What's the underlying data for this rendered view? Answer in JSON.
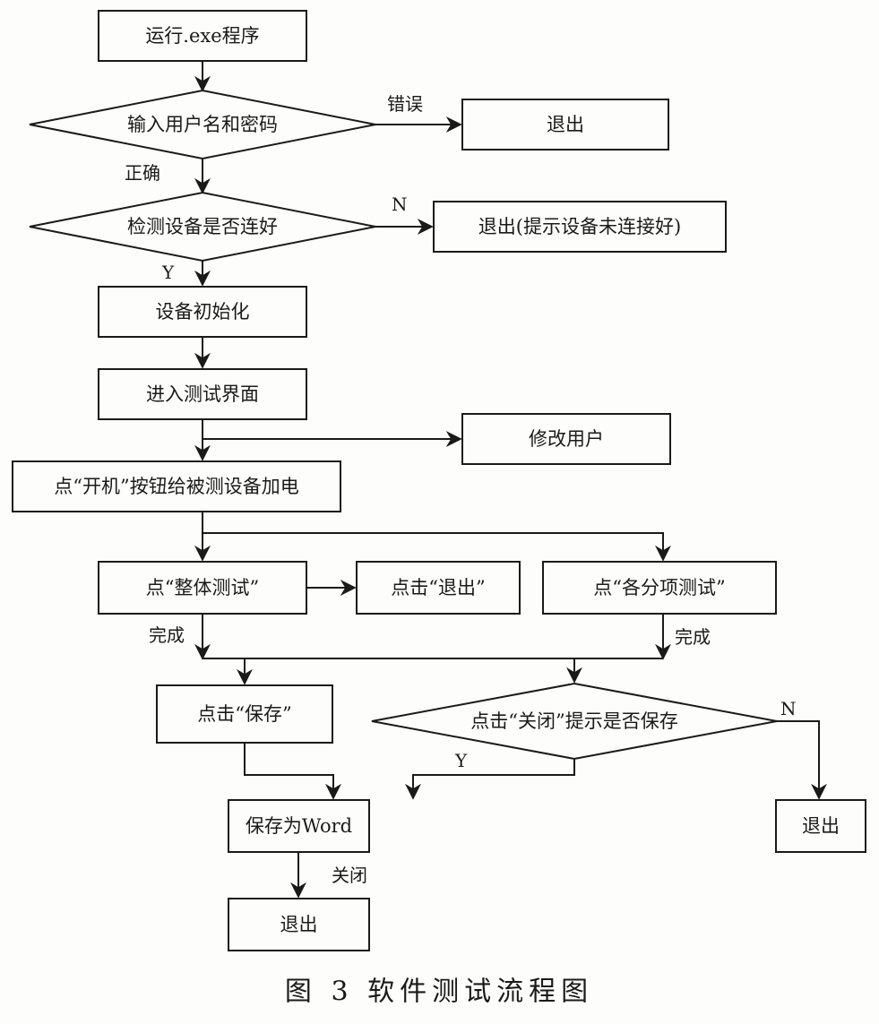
{
  "diagram": {
    "type": "flowchart",
    "caption": "图 3  软件测试流程图",
    "nodes": {
      "run_exe": {
        "label": "运行.exe程序",
        "shape": "process"
      },
      "login": {
        "label": "输入用户名和密码",
        "shape": "decision"
      },
      "exit_login": {
        "label": "退出",
        "shape": "process"
      },
      "check_device": {
        "label": "检测设备是否连好",
        "shape": "decision"
      },
      "exit_device": {
        "label": "退出(提示设备未连接好)",
        "shape": "process"
      },
      "init_device": {
        "label": "设备初始化",
        "shape": "process"
      },
      "enter_test": {
        "label": "进入测试界面",
        "shape": "process"
      },
      "modify_user": {
        "label": "修改用户",
        "shape": "process"
      },
      "power_on": {
        "label": "点“开机”按钮给被测设备加电",
        "shape": "process"
      },
      "overall_test": {
        "label": "点“整体测试”",
        "shape": "process"
      },
      "click_exit": {
        "label": "点击“退出”",
        "shape": "process"
      },
      "item_test": {
        "label": "点“各分项测试”",
        "shape": "process"
      },
      "click_save": {
        "label": "点击“保存”",
        "shape": "process"
      },
      "close_prompt": {
        "label": "点击“关闭”提示是否保存",
        "shape": "decision"
      },
      "save_word": {
        "label": "保存为Word",
        "shape": "process"
      },
      "exit_final": {
        "label": "退出",
        "shape": "process"
      },
      "exit_nosave": {
        "label": "退出",
        "shape": "process"
      }
    },
    "edges": [
      {
        "from": "run_exe",
        "to": "login",
        "label": ""
      },
      {
        "from": "login",
        "to": "exit_login",
        "label": "错误"
      },
      {
        "from": "login",
        "to": "check_device",
        "label": "正确"
      },
      {
        "from": "check_device",
        "to": "exit_device",
        "label": "N"
      },
      {
        "from": "check_device",
        "to": "init_device",
        "label": "Y"
      },
      {
        "from": "init_device",
        "to": "enter_test",
        "label": ""
      },
      {
        "from": "enter_test",
        "to": "modify_user",
        "label": ""
      },
      {
        "from": "enter_test",
        "to": "power_on",
        "label": ""
      },
      {
        "from": "power_on",
        "to": "overall_test",
        "label": ""
      },
      {
        "from": "power_on",
        "to": "item_test",
        "label": ""
      },
      {
        "from": "overall_test",
        "to": "click_exit",
        "label": ""
      },
      {
        "from": "overall_test",
        "to": "click_save",
        "label": "完成"
      },
      {
        "from": "overall_test",
        "to": "close_prompt",
        "label": "完成"
      },
      {
        "from": "item_test",
        "to": "click_save",
        "label": "完成"
      },
      {
        "from": "item_test",
        "to": "close_prompt",
        "label": "完成"
      },
      {
        "from": "click_save",
        "to": "save_word",
        "label": ""
      },
      {
        "from": "close_prompt",
        "to": "save_word",
        "label": "Y"
      },
      {
        "from": "close_prompt",
        "to": "exit_nosave",
        "label": "N"
      },
      {
        "from": "save_word",
        "to": "exit_final",
        "label": "关闭"
      }
    ]
  }
}
